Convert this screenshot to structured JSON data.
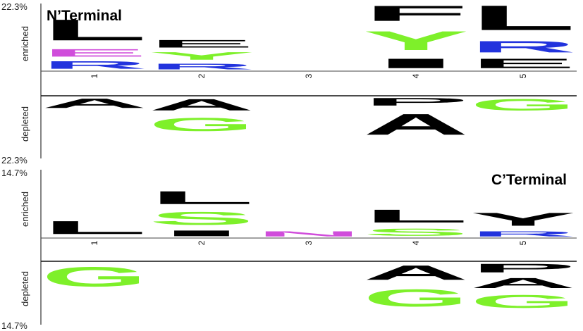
{
  "colors": {
    "hydrophobic": "#000000",
    "polar": "#7ef02a",
    "acidic": "#d04ddb",
    "basic": "#2233dd",
    "secondary_gray": "#aaaaaa"
  },
  "chart_data": [
    {
      "type": "sequence-logo",
      "title": "N’Terminal",
      "max_label": "22.3%",
      "min_label": "22.3%",
      "enriched_label": "enriched",
      "depleted_label": "depleted",
      "positions": [
        "1",
        "2",
        "3",
        "4",
        "5"
      ],
      "enriched": [
        [
          {
            "letter": "L",
            "height": 0.11,
            "color": "#000000"
          },
          {
            "letter": "E",
            "height": 0.04,
            "color": "#d04ddb"
          },
          {
            "letter": "R",
            "height": 0.04,
            "color": "#2233dd"
          }
        ],
        [
          {
            "letter": "E",
            "height": 0.04,
            "color": "#000000"
          },
          {
            "letter": "Y",
            "height": 0.04,
            "color": "#7ef02a"
          },
          {
            "letter": "R",
            "height": 0.03,
            "color": "#2233dd"
          }
        ],
        [],
        [
          {
            "letter": "F",
            "height": 0.21,
            "color": "#000000"
          },
          {
            "letter": "F",
            "height": 0.08,
            "color": "#000000"
          },
          {
            "letter": "Y",
            "height": 0.1,
            "color": "#7ef02a"
          },
          {
            "letter": "I",
            "height": 0.05,
            "color": "#000000"
          }
        ],
        [
          {
            "letter": "L",
            "height": 0.13,
            "color": "#000000"
          },
          {
            "letter": "R",
            "height": 0.06,
            "color": "#2233dd"
          },
          {
            "letter": "E",
            "height": 0.05,
            "color": "#000000"
          }
        ]
      ],
      "depleted": [
        [
          {
            "letter": "A",
            "height": 0.05,
            "color": "#000000"
          }
        ],
        [
          {
            "letter": "A",
            "height": 0.06,
            "color": "#000000"
          },
          {
            "letter": "G",
            "height": 0.07,
            "color": "#7ef02a"
          }
        ],
        [],
        [
          {
            "letter": "P",
            "height": 0.04,
            "color": "#000000"
          },
          {
            "letter": "A",
            "height": 0.11,
            "color": "#000000"
          }
        ],
        [
          {
            "letter": "G",
            "height": 0.06,
            "color": "#7ef02a"
          }
        ]
      ]
    },
    {
      "type": "sequence-logo",
      "title": "C’Terminal",
      "max_label": "14.7%",
      "min_label": "14.7%",
      "enriched_label": "enriched",
      "depleted_label": "depleted",
      "positions": [
        "1",
        "2",
        "3",
        "4",
        "5"
      ],
      "enriched": [
        [
          {
            "letter": "L",
            "height": 0.045,
            "color": "#000000"
          }
        ],
        [
          {
            "letter": "L",
            "height": 0.045,
            "color": "#000000"
          },
          {
            "letter": "S",
            "height": 0.045,
            "color": "#7ef02a"
          },
          {
            "letter": "I",
            "height": 0.02,
            "color": "#000000"
          }
        ],
        [
          {
            "letter": "N",
            "height": 0.018,
            "color": "#d04ddb"
          }
        ],
        [
          {
            "letter": "L",
            "height": 0.045,
            "color": "#000000"
          },
          {
            "letter": "S",
            "height": 0.025,
            "color": "#7ef02a"
          }
        ],
        [
          {
            "letter": "Y",
            "height": 0.045,
            "color": "#000000"
          },
          {
            "letter": "R",
            "height": 0.018,
            "color": "#2233dd"
          }
        ]
      ],
      "depleted": [
        [
          {
            "letter": "G",
            "height": 0.068,
            "color": "#7ef02a"
          }
        ],
        [],
        [],
        [
          {
            "letter": "A",
            "height": 0.05,
            "color": "#000000"
          },
          {
            "letter": "G",
            "height": 0.06,
            "color": "#7ef02a"
          }
        ],
        [
          {
            "letter": "P",
            "height": 0.03,
            "color": "#000000"
          },
          {
            "letter": "A",
            "height": 0.035,
            "color": "#000000"
          },
          {
            "letter": "G",
            "height": 0.045,
            "color": "#7ef02a"
          }
        ]
      ]
    }
  ]
}
